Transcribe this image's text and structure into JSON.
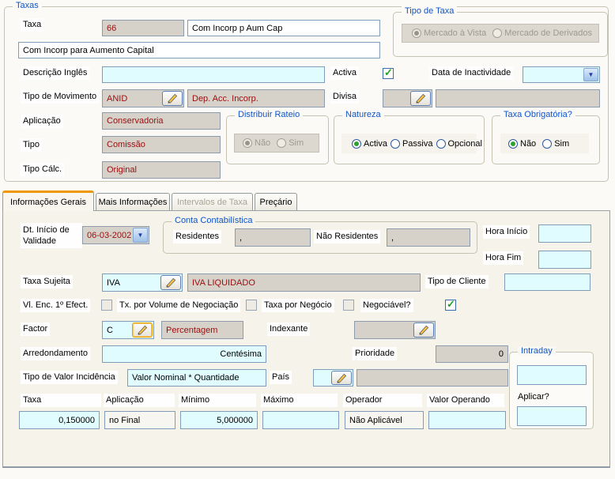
{
  "colors": {
    "group_label_blue": "#0F54C9",
    "value_red": "#9B0D0D",
    "field_cyan": "#E1FCFE",
    "field_gray": "#D6D2CA",
    "field_border": "#7F9DB9",
    "tab_accent_orange": "#EF9700",
    "check_green": "#21A121"
  },
  "icons": {
    "edit": "pencil-icon",
    "dropdown": "chevron-down-icon",
    "checkbox_checked": "check-icon",
    "radio_selected": "radio-dot",
    "dropdown_glyph": "▼",
    "check_glyph": "✓"
  },
  "taxas": {
    "legend": "Taxas",
    "taxa": {
      "label": "Taxa",
      "code": "66",
      "short_desc": "Com Incorp p Aum Cap",
      "full_desc": "Com Incorp para Aumento Capital"
    },
    "tipo_de_taxa": {
      "legend": "Tipo de Taxa",
      "options": [
        "Mercado à Vista",
        "Mercado de Derivados"
      ],
      "selected": "Mercado à Vista",
      "enabled": false
    },
    "descricao_ingles": {
      "label": "Descrição Inglês",
      "value": ""
    },
    "activa": {
      "label": "Activa",
      "checked": true
    },
    "data_inactividade": {
      "label": "Data de Inactividade",
      "value": ""
    },
    "tipo_movimento": {
      "label": "Tipo de Movimento",
      "code": "ANID",
      "desc": "Dep. Acc. Incorp."
    },
    "divisa": {
      "label": "Divisa",
      "code": "",
      "desc": ""
    },
    "aplicacao": {
      "label": "Aplicação",
      "value": "Conservadoria"
    },
    "distribuir_rateio": {
      "legend": "Distribuir Rateio",
      "options": [
        "Não",
        "Sim"
      ],
      "selected": "Não",
      "enabled": false
    },
    "natureza": {
      "legend": "Natureza",
      "options": [
        "Activa",
        "Passiva",
        "Opcional"
      ],
      "selected": "Activa"
    },
    "taxa_obrigatoria": {
      "legend": "Taxa Obrigatória?",
      "options": [
        "Não",
        "Sim"
      ],
      "selected": "Não"
    },
    "tipo": {
      "label": "Tipo",
      "value": "Comissão"
    },
    "tipo_calc": {
      "label": "Tipo Cálc.",
      "value": "Original"
    }
  },
  "tabs": {
    "items": [
      "Informações Gerais",
      "Mais Informações",
      "Intervalos de Taxa",
      "Preçário"
    ],
    "active": "Informações Gerais",
    "disabled": "Intervalos de Taxa"
  },
  "geral": {
    "dt_inicio": {
      "label_line1": "Dt. Início de",
      "label_line2": "Validade",
      "value": "06-03-2002"
    },
    "conta_contabilistica": {
      "legend": "Conta Contabilística",
      "residentes_label": "Residentes",
      "residentes_value": ",",
      "nao_residentes_label": "Não Residentes",
      "nao_residentes_value": ","
    },
    "hora_inicio": {
      "label": "Hora Início",
      "value": ""
    },
    "hora_fim": {
      "label": "Hora Fim",
      "value": ""
    },
    "taxa_sujeita": {
      "label": "Taxa Sujeita",
      "code": "IVA",
      "desc": "IVA LIQUIDADO"
    },
    "tipo_cliente": {
      "label": "Tipo de Cliente",
      "value": ""
    },
    "vl_enc": {
      "label": "Vl. Enc. 1º Efect.",
      "checked": false
    },
    "tx_volume": {
      "label": "Tx. por Volume de Negociação",
      "checked": false
    },
    "taxa_negocio": {
      "label": "Taxa por Negócio",
      "checked": false
    },
    "negociavel": {
      "label": "Negociável?",
      "checked": true
    },
    "factor": {
      "label": "Factor",
      "code": "C",
      "desc": "Percentagem"
    },
    "indexante": {
      "label": "Indexante",
      "value": ""
    },
    "arredondamento": {
      "label": "Arredondamento",
      "value": "Centésima"
    },
    "prioridade": {
      "label": "Prioridade",
      "value": "0"
    },
    "intraday": {
      "legend": "Intraday",
      "field1_value": "",
      "aplicar_label": "Aplicar?",
      "aplicar_value": ""
    },
    "tipo_valor_incidencia": {
      "label": "Tipo de Valor Incidência",
      "value": "Valor Nominal * Quantidade"
    },
    "pais": {
      "label": "País",
      "code": "",
      "desc": ""
    },
    "table": {
      "headers": [
        "Taxa",
        "Aplicação",
        "Mínimo",
        "Máximo",
        "Operador",
        "Valor Operando"
      ],
      "row": [
        "0,150000",
        "no Final",
        "5,000000",
        "",
        "Não Aplicável",
        ""
      ]
    }
  }
}
